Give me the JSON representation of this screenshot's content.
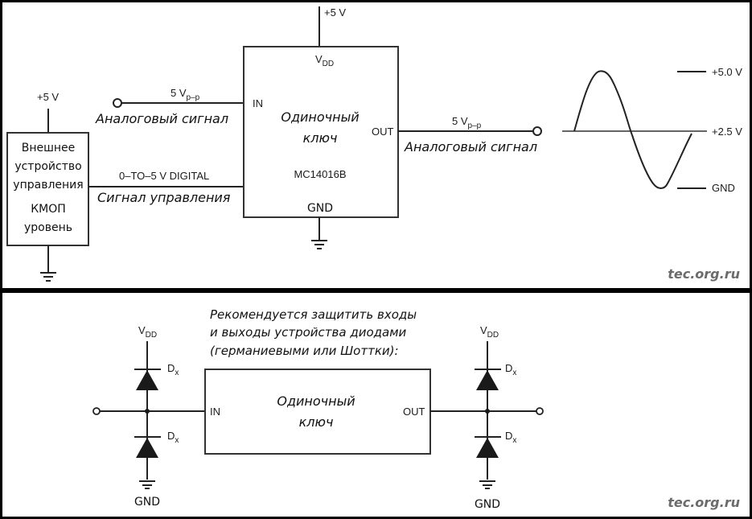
{
  "top_diagram": {
    "supply_label": "+5 V",
    "control_device": {
      "supply_label": "+5 V",
      "lines": [
        "Внешнее",
        "устройство",
        "управления",
        "КМОП",
        "уровень"
      ]
    },
    "analog_in": {
      "amplitude": "5 V",
      "amplitude_sub": "p–p",
      "caption": "Аналоговый сигнал"
    },
    "control_signal": {
      "label": "0–TO–5 V DIGITAL",
      "caption": "Сигнал управления"
    },
    "switch": {
      "vdd": "V",
      "vdd_sub": "DD",
      "in_pin": "IN",
      "out_pin": "OUT",
      "title_line1": "Одиночный",
      "title_line2": "ключ",
      "part_number": "MC14016B",
      "gnd": "GND"
    },
    "analog_out": {
      "amplitude": "5 V",
      "amplitude_sub": "p–p",
      "caption": "Аналоговый сигнал"
    },
    "waveform": {
      "levels": [
        "+5.0 V",
        "+2.5 V",
        "GND"
      ]
    },
    "watermark": "tec.org.ru"
  },
  "bottom_diagram": {
    "note_lines": [
      "Рекомендуется защитить входы",
      "и выходы устройства диодами",
      "(германиевыми или Шоттки):"
    ],
    "left": {
      "vdd": "V",
      "vdd_sub": "DD",
      "diode_label": "D",
      "diode_sub": "x",
      "gnd": "GND"
    },
    "right": {
      "vdd": "V",
      "vdd_sub": "DD",
      "diode_label": "D",
      "diode_sub": "x",
      "gnd": "GND"
    },
    "switch": {
      "in_pin": "IN",
      "out_pin": "OUT",
      "title_line1": "Одиночный",
      "title_line2": "ключ"
    },
    "watermark": "tec.org.ru"
  }
}
